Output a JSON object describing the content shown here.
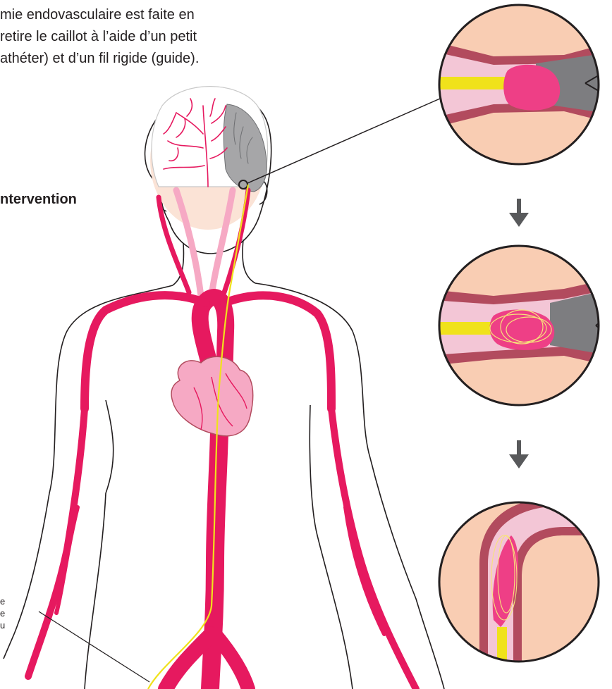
{
  "intro_lines": [
    "mie endovasculaire est faite en",
    "retire le caillot à l’aide d’un petit",
    "athéter) et d’un fil rigide (guide)."
  ],
  "side_label": "ntervention",
  "small_fragments": [
    "e",
    "e",
    "u"
  ],
  "colors": {
    "artery": "#e6195f",
    "artery_light": "#f6a9c4",
    "catheter": "#f0e21b",
    "skin": "#f9cdb3",
    "vessel_wall": "#b24b5e",
    "vessel_lumen": "#f3c6d6",
    "clot": "#ee3f86",
    "dark_vessel": "#7d7d80",
    "arrow": "#58595b"
  },
  "icons": {
    "arrow_1": "arrow-down-icon",
    "arrow_2": "arrow-down-icon"
  }
}
